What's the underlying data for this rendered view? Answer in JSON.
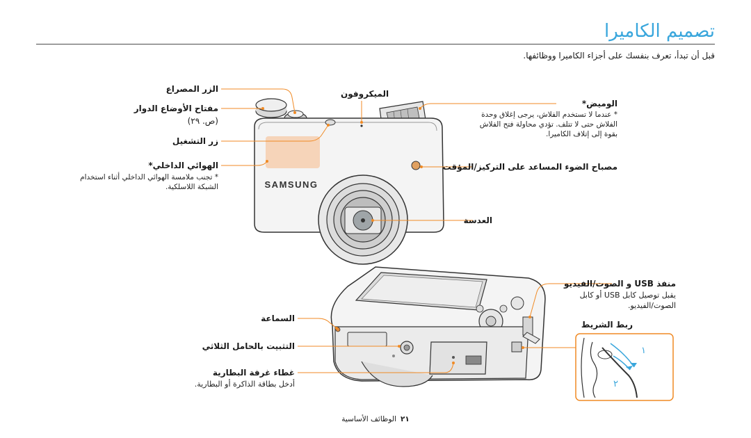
{
  "title": "تصميم الكاميرا",
  "intro": "قبل أن تبدأ، تعرف بنفسك على أجزاء الكاميرا ووظائفها.",
  "brand": "SAMSUNG",
  "front": {
    "shutter": "الزر المصراع",
    "mode_dial": "مفتاح الأوضاع الدوار",
    "mode_dial_ref": "(ص. ٢٩)",
    "power": "زر التشغيل",
    "antenna": "الهوائي الداخلي*",
    "antenna_note_1": "* تجنب ملامسة الهوائي الداخلي أثناء استخدام",
    "antenna_note_2": "الشبكة اللاسلكية.",
    "microphone": "الميكروفون",
    "flash": "الوميض*",
    "flash_note_1": "* عندما لا تستخدم الفلاش، يرجى إغلاق وحدة",
    "flash_note_2": "الفلاش حتى لا تتلف. تؤدي محاولة فتح الفلاش",
    "flash_note_3": "بقوة إلى إتلاف الكاميرا.",
    "af_lamp": "مصباح الضوء المساعد على التركيز/المؤقت",
    "lens": "العدسة"
  },
  "back": {
    "speaker": "السماعة",
    "tripod": "التثبيت بالحامل الثلاثي",
    "battery": "غطاء غرفة البطارية",
    "battery_note": "أدخل بطاقة الذاكرة أو البطارية.",
    "usb": "منفذ USB و الصوت/الفيديو",
    "usb_note_1": "يقبل توصيل كابل USB أو كابل",
    "usb_note_2": "الصوت/الفيديو.",
    "strap": "ربط الشريط",
    "strap_step_1": "١",
    "strap_step_2": "٢"
  },
  "footer": {
    "page_number": "٢١",
    "section": "الوظائف الأساسية"
  },
  "colors": {
    "accent": "#39a6dc",
    "leader": "#f08a24"
  }
}
